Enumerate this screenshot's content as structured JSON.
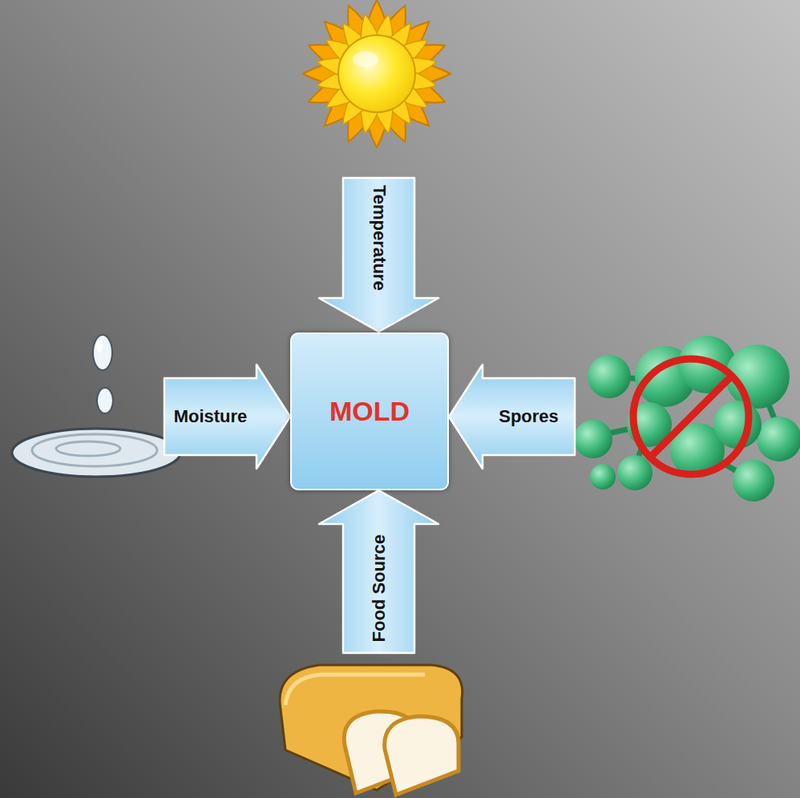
{
  "diagram": {
    "nodes": [
      {
        "text": [
          "Temperature"
        ]
      },
      {
        "text": [
          "Moisture"
        ]
      },
      {
        "text": [
          "MOLD"
        ]
      },
      {
        "text": [
          "Spores"
        ]
      },
      {
        "text": [
          "Food Source"
        ]
      }
    ]
  }
}
